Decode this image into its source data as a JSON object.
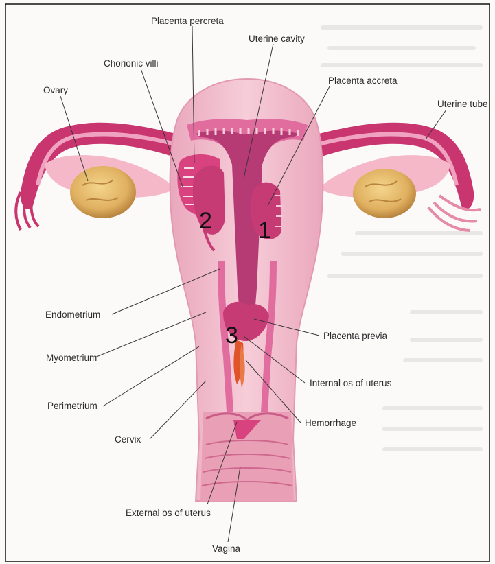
{
  "labels": {
    "placenta_percreta": "Placenta percreta",
    "uterine_cavity": "Uterine cavity",
    "chorionic_villi": "Chorionic villi",
    "placenta_accreta": "Placenta accreta",
    "ovary": "Ovary",
    "uterine_tube": "Uterine tube",
    "endometrium": "Endometrium",
    "myometrium": "Myometrium",
    "perimetrium": "Perimetrium",
    "cervix": "Cervix",
    "external_os": "External os of uterus",
    "vagina": "Vagina",
    "placenta_previa": "Placenta previa",
    "internal_os": "Internal os of uterus",
    "hemorrhage": "Hemorrhage"
  },
  "markers": {
    "one": "1",
    "two": "2",
    "three": "3"
  },
  "colors": {
    "myometrium": "#f2bccb",
    "perimetrium": "#f6d0da",
    "endometrium": "#e06d9e",
    "cavity": "#b63a73",
    "villi": "#d8437f",
    "ovary": "#e3b768",
    "tube": "#c9356e",
    "hemorrhage": "#e0542a",
    "page": "#fbfaf8"
  }
}
